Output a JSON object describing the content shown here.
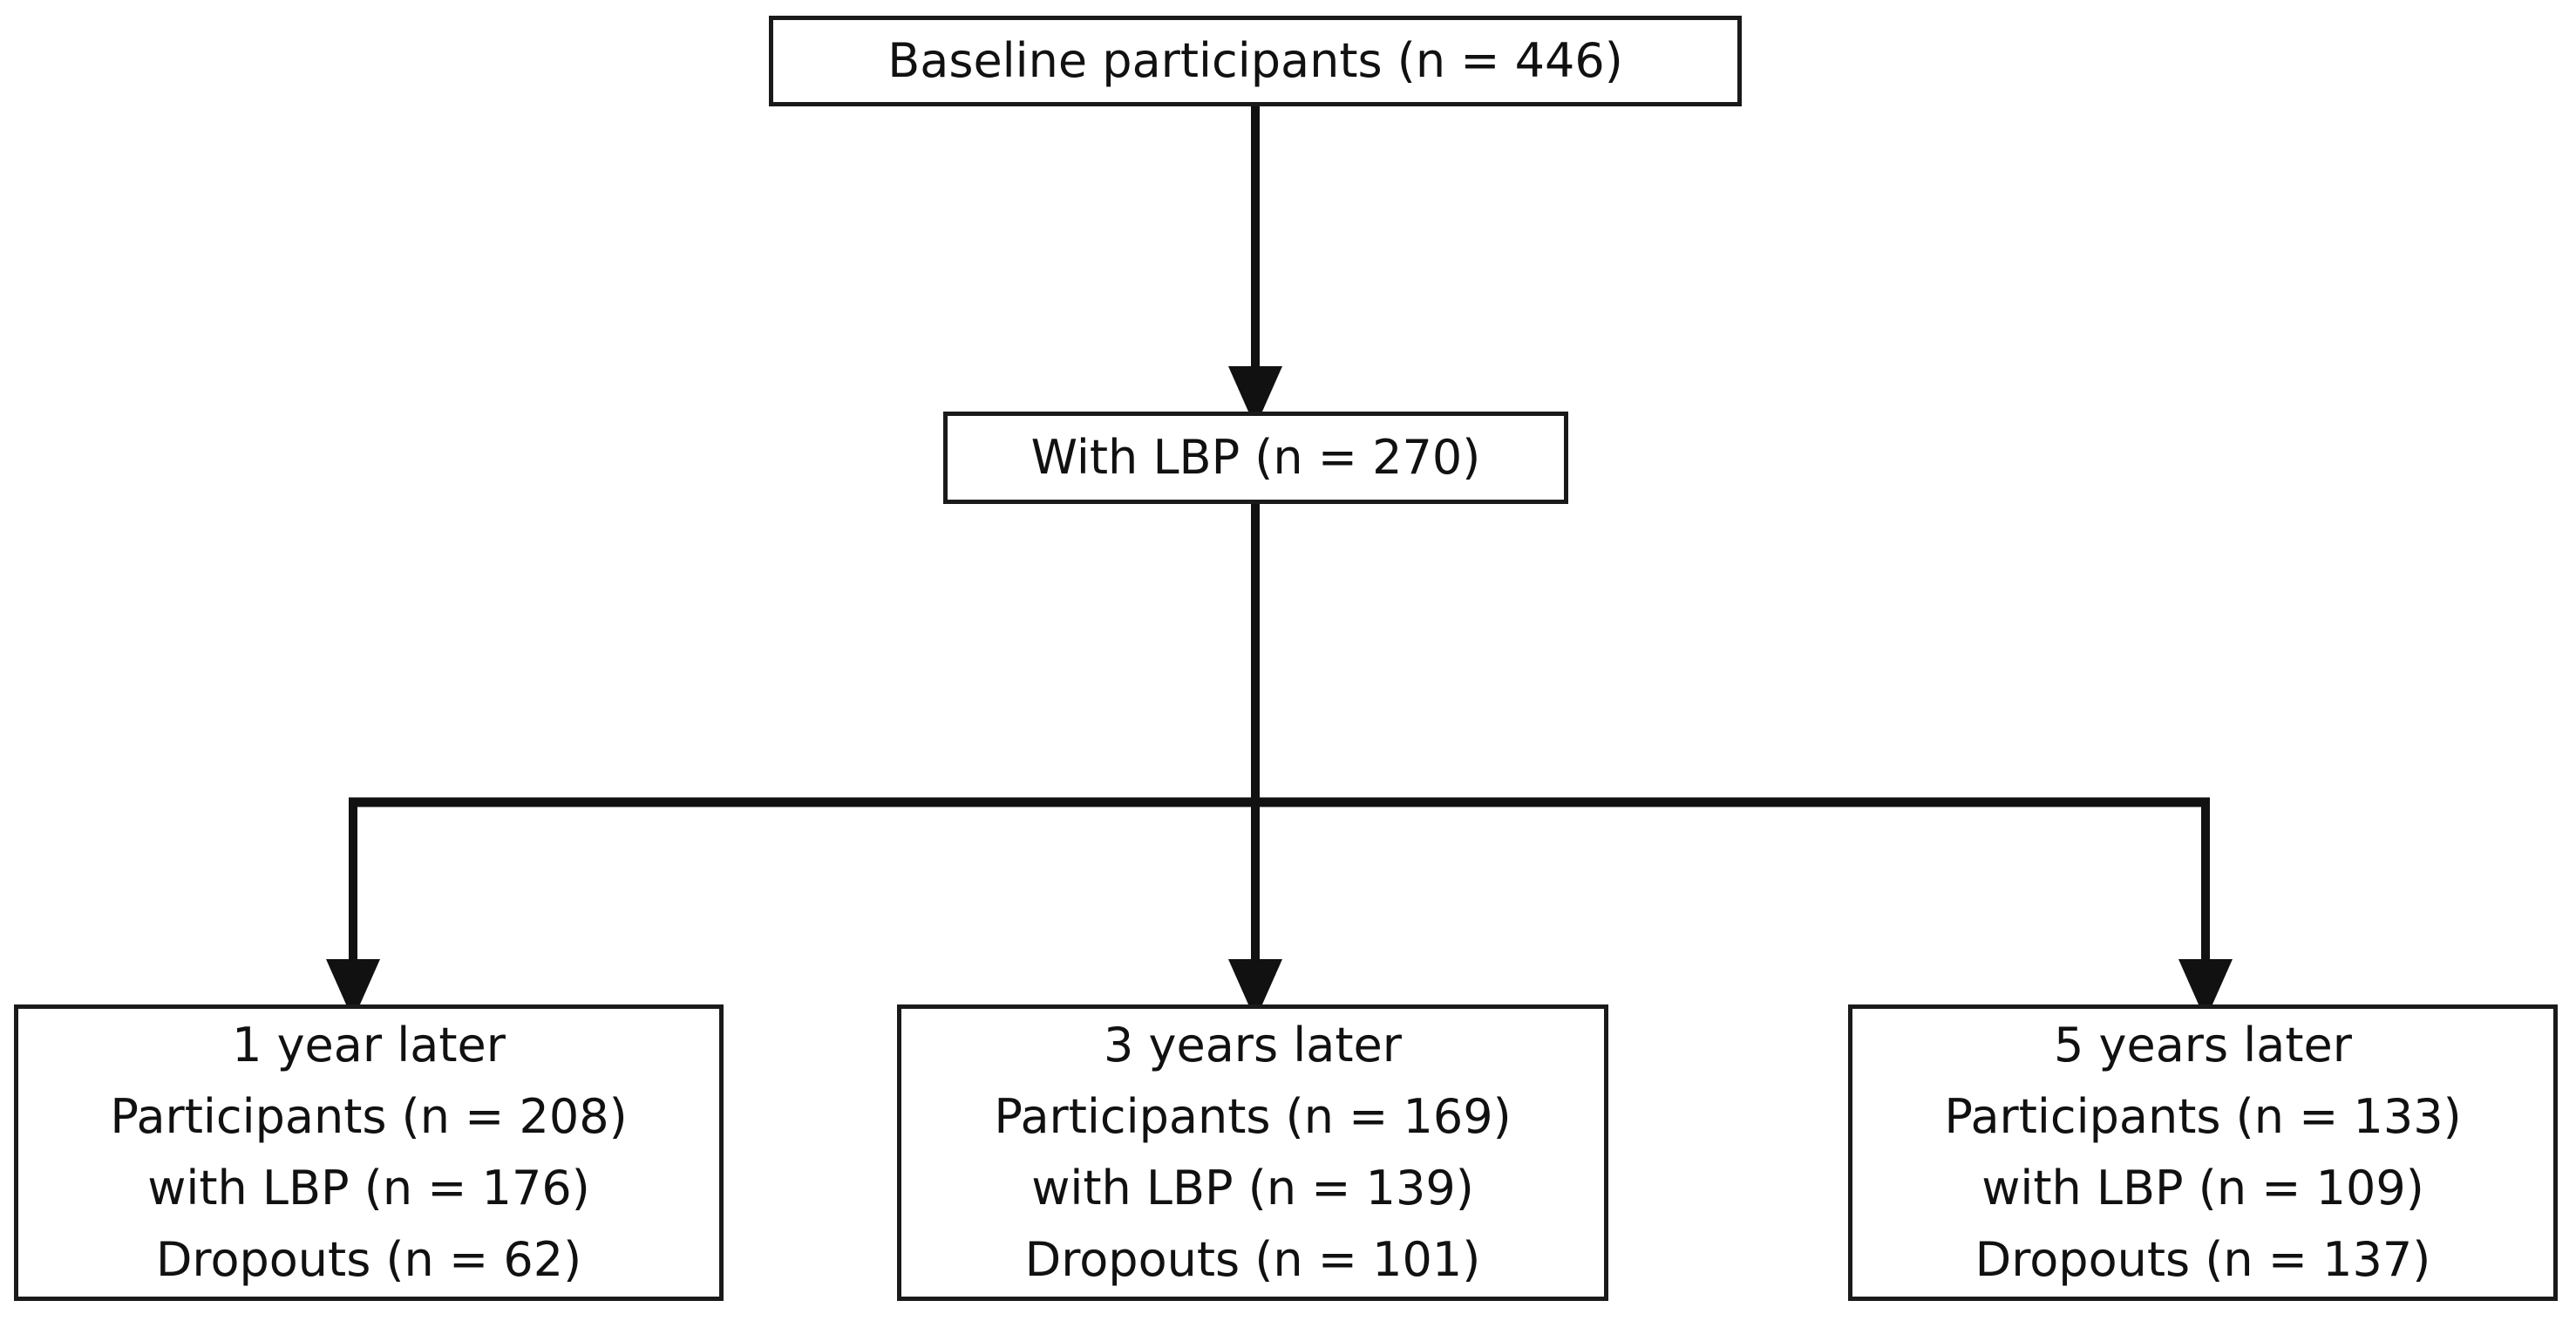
{
  "figure": {
    "type": "flowchart",
    "orientation": "top-down",
    "background_color": "#ffffff",
    "line_color": "#111111",
    "text_color": "#111111"
  },
  "nodes": {
    "baseline": {
      "lines": [
        "Baseline participants (n = 446)"
      ],
      "line1": "Baseline participants (n = 446)"
    },
    "with_lbp": {
      "lines": [
        "With LBP (n = 270)"
      ],
      "line1": "With LBP (n = 270)"
    },
    "year1": {
      "line1": "1 year later",
      "line2": "Participants (n = 208)",
      "line3": "with LBP (n = 176)",
      "line4": "Dropouts (n = 62)"
    },
    "year3": {
      "line1": "3 years later",
      "line2": "Participants (n = 169)",
      "line3": "with LBP (n = 139)",
      "line4": "Dropouts (n = 101)"
    },
    "year5": {
      "line1": "5 years later",
      "line2": "Participants (n = 133)",
      "line3": "with LBP (n = 109)",
      "line4": "Dropouts (n = 137)"
    }
  },
  "counts": {
    "baseline_participants": 446,
    "with_lbp": 270,
    "year1_participants": 208,
    "year1_with_lbp": 176,
    "year1_dropouts": 62,
    "year3_participants": 169,
    "year3_with_lbp": 139,
    "year3_dropouts": 101,
    "year5_participants": 133,
    "year5_with_lbp": 109,
    "year5_dropouts": 137
  },
  "connectors": [
    {
      "name": "baseline-to-with-lbp",
      "from": "baseline",
      "to": "with_lbp",
      "arrow": true
    },
    {
      "name": "with-lbp-to-year1",
      "from": "with_lbp",
      "to": "year1",
      "arrow": true
    },
    {
      "name": "with-lbp-to-year3",
      "from": "with_lbp",
      "to": "year3",
      "arrow": true
    },
    {
      "name": "with-lbp-to-year5",
      "from": "with_lbp",
      "to": "year5",
      "arrow": true
    }
  ]
}
